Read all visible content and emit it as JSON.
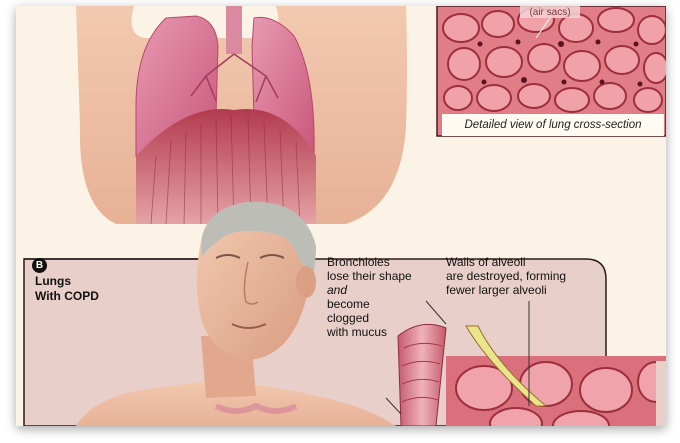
{
  "panel_a": {
    "cut_label": "(air sacs)",
    "caption": "Detailed view of lung cross-section"
  },
  "panel_b": {
    "badge": "B",
    "title_line1": "Lungs",
    "title_line2": "With COPD",
    "bronchioles_line1": "Bronchioles",
    "bronchioles_line2": "lose their shape",
    "bronchioles_line3": "and",
    "bronchioles_line4": "become",
    "bronchioles_line5": "clogged",
    "bronchioles_line6": "with mucus",
    "alveoli_line1": "Walls of alveoli",
    "alveoli_line2": "are destroyed, forming",
    "alveoli_line3": "fewer larger alveoli"
  }
}
